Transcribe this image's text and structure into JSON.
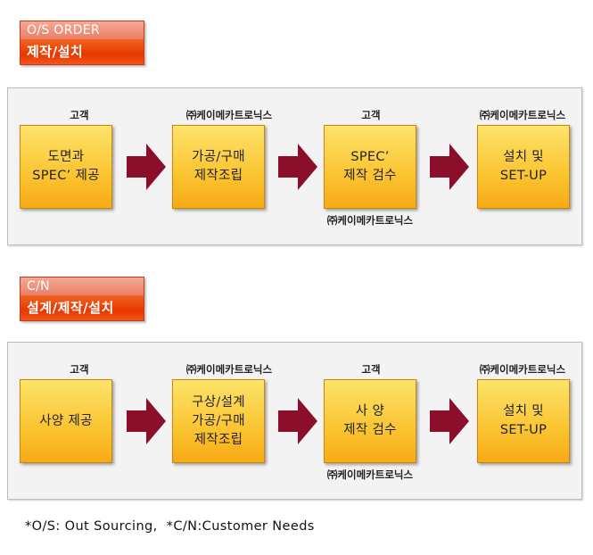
{
  "sections": [
    {
      "tag": {
        "top": "O/S ORDER",
        "bottom": "제작/설치"
      },
      "steps": [
        {
          "top_label": "고객",
          "text": "도면과\nSPEC’ 제공",
          "bottom_label": ""
        },
        {
          "top_label": "㈜케이메카트로닉스",
          "text": "가공/구매\n제작조립",
          "bottom_label": ""
        },
        {
          "top_label": "고객",
          "text": "SPEC’\n제작 검수",
          "bottom_label": "㈜케이메카트로닉스"
        },
        {
          "top_label": "㈜케이메카트로닉스",
          "text": "설치 및\nSET-UP",
          "bottom_label": ""
        }
      ]
    },
    {
      "tag": {
        "top": "C/N",
        "bottom": "설계/제작/설치"
      },
      "steps": [
        {
          "top_label": "고객",
          "text": "사양 제공",
          "bottom_label": ""
        },
        {
          "top_label": "㈜케이메카트로닉스",
          "text": "구상/설계\n가공/구매\n제작조립",
          "bottom_label": ""
        },
        {
          "top_label": "고객",
          "text": "사 양\n제작 검수",
          "bottom_label": "㈜케이메카트로닉스"
        },
        {
          "top_label": "㈜케이메카트로닉스",
          "text": "설치 및\nSET-UP",
          "bottom_label": ""
        }
      ]
    }
  ],
  "footnote": "*O/S: Out Sourcing,  *C/N:Customer Needs",
  "colors": {
    "arrow": "#8b0f2a",
    "box": "#fbc431",
    "tag": "#e73800"
  }
}
